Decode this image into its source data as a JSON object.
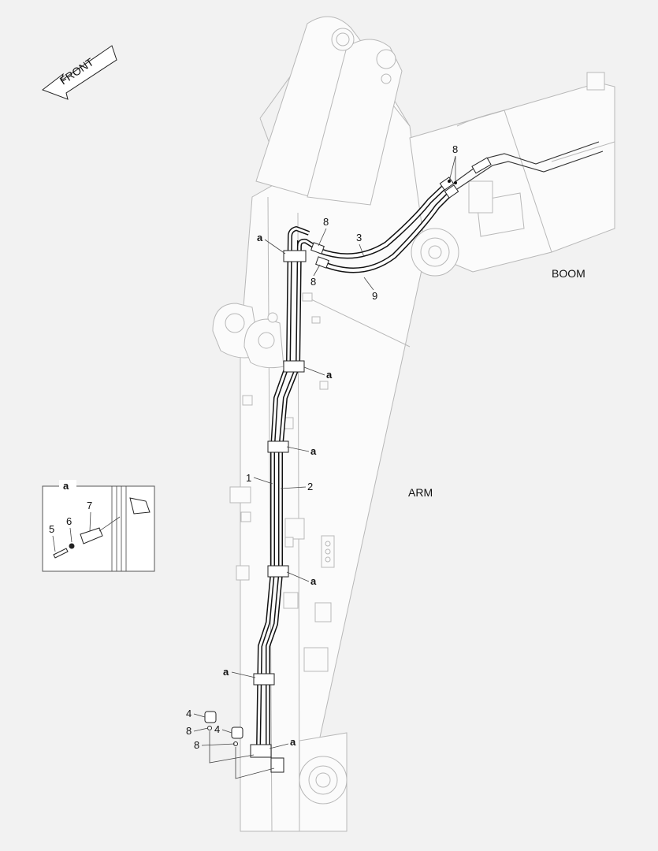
{
  "front_label": "FRONT",
  "boom_label": "BOOM",
  "arm_label": "ARM",
  "callouts": {
    "c1": "1",
    "c2": "2",
    "c3": "3",
    "c4a": "4",
    "c4b": "4",
    "c8a": "8",
    "c8b": "8",
    "c8c": "8",
    "c8d": "8",
    "c8e": "8",
    "c9": "9",
    "a1": "a",
    "a2": "a",
    "a3": "a",
    "a4": "a",
    "a5": "a",
    "a6": "a"
  },
  "detail": {
    "title": "a",
    "c5": "5",
    "c6": "6",
    "c7": "7"
  }
}
